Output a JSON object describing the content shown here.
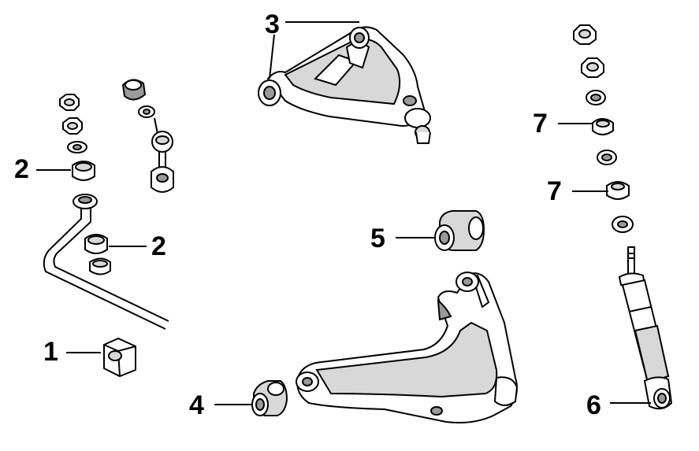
{
  "diagram": {
    "callouts": [
      {
        "label": "1",
        "part": "stabilizer-bushing-bracket"
      },
      {
        "label": "2",
        "part": "stabilizer-link-bushing-upper"
      },
      {
        "label": "2",
        "part": "stabilizer-link-bushing-lower"
      },
      {
        "label": "3",
        "part": "upper-control-arm"
      },
      {
        "label": "4",
        "part": "lower-arm-bushing"
      },
      {
        "label": "5",
        "part": "lower-arm-bushing-large"
      },
      {
        "label": "6",
        "part": "shock-absorber"
      },
      {
        "label": "7",
        "part": "shock-bushing-upper"
      },
      {
        "label": "7",
        "part": "shock-bushing-lower"
      }
    ],
    "colors": {
      "stroke": "#000000",
      "fill": "#ffffff",
      "shade": "#d8d8d8",
      "dark": "#9a9a9a"
    }
  }
}
